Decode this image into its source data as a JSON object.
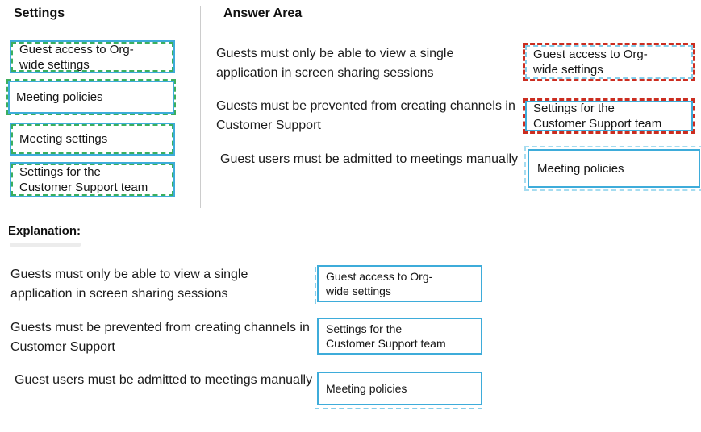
{
  "titles": {
    "settings": "Settings",
    "answer_area": "Answer Area",
    "explanation": "Explanation:"
  },
  "settings_options": [
    {
      "label": "Guest access to Org-wide settings"
    },
    {
      "label": "Meeting policies"
    },
    {
      "label": "Meeting settings"
    },
    {
      "label": "Settings for the Customer Support team"
    }
  ],
  "answer_area": {
    "rows": [
      {
        "statement": "Guests must only be able to view a single application in screen sharing sessions",
        "answer": "Guest access to Org-wide settings"
      },
      {
        "statement": "Guests must be prevented from creating channels in Customer Support",
        "answer": "Settings for the Customer Support team"
      },
      {
        "statement": "Guest users must be admitted to meetings manually",
        "answer": "Meeting policies"
      }
    ]
  },
  "explanation": {
    "rows": [
      {
        "statement": "Guests must only be able to view a single application in screen sharing sessions",
        "answer": "Guest access to Org-wide settings"
      },
      {
        "statement": "Guests must be prevented from creating channels in Customer Support",
        "answer": "Settings for the Customer Support team"
      },
      {
        "statement": "Guest users must be admitted to meetings manually",
        "answer": "Meeting policies"
      }
    ]
  },
  "colors": {
    "accent_cyan": "#3EACDA",
    "accent_green": "#3CAF5E",
    "accent_red": "#CB2D20",
    "accent_light_blue": "#85CDE9",
    "divider_gray": "#CCCCCC",
    "text": "#1B1B1B"
  }
}
